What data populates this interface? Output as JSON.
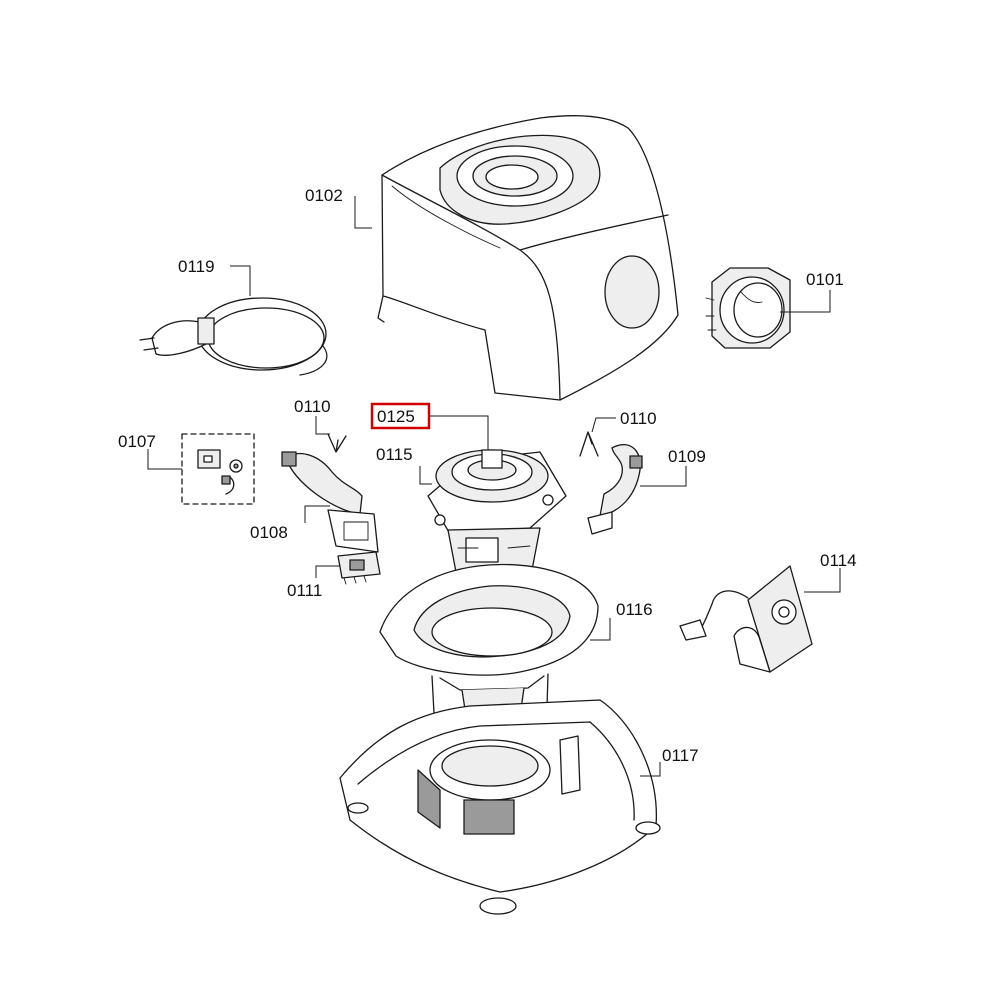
{
  "labels": {
    "p0101": "0101",
    "p0102": "0102",
    "p0107": "0107",
    "p0108": "0108",
    "p0109": "0109",
    "p0110_left": "0110",
    "p0110_right": "0110",
    "p0111": "0111",
    "p0114": "0114",
    "p0115": "0115",
    "p0116": "0116",
    "p0117": "0117",
    "p0119": "0119",
    "p0125": "0125"
  },
  "highlighted_label": "0125",
  "colors": {
    "highlight": "#d10000",
    "line": "#1a1a1a"
  }
}
